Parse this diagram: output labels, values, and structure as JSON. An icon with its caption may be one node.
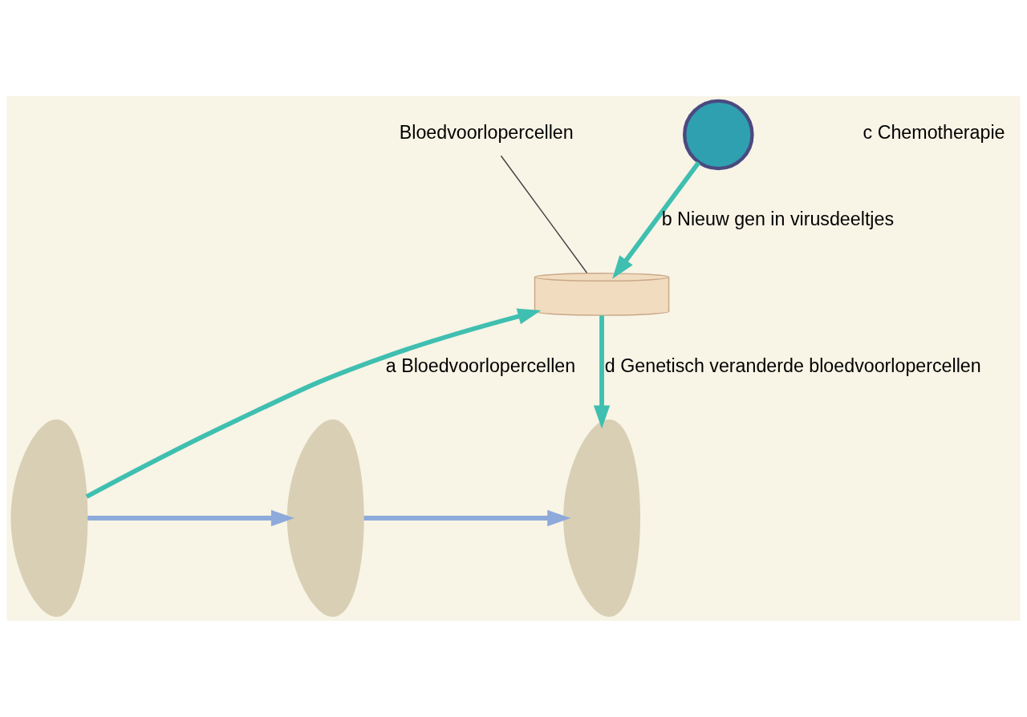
{
  "diagram": {
    "nodes": [
      {
        "text": [],
        "shape": "person"
      },
      {
        "text": [
          "Bloedvoorlopercellen"
        ]
      },
      {
        "text": [],
        "shape": "cylinder"
      },
      {
        "text": [],
        "shape": "circle"
      },
      {
        "text": [],
        "shape": "person"
      },
      {
        "text": [],
        "shape": "person"
      }
    ],
    "edges": [
      {
        "from": 0,
        "to": 2,
        "arrow": "to",
        "label": "a Bloedvoorlopercellen"
      },
      {
        "from": 3,
        "to": 2,
        "arrow": "to",
        "label": "b Nieuw gen in virusdeeltjes"
      },
      {
        "from": 1,
        "to": 2,
        "arrow": "none",
        "color": "#444444"
      },
      {
        "from": 2,
        "to": 5,
        "arrow": "to",
        "label": "d Genetisch veranderde bloedvoorlopercellen"
      },
      {
        "from": 0,
        "to": 4,
        "arrow": "to",
        "color": "#8eaadb"
      },
      {
        "from": 4,
        "to": 5,
        "arrow": "to",
        "color": "#8eaadb"
      }
    ],
    "labels": [
      "c Chemotherapie"
    ]
  }
}
